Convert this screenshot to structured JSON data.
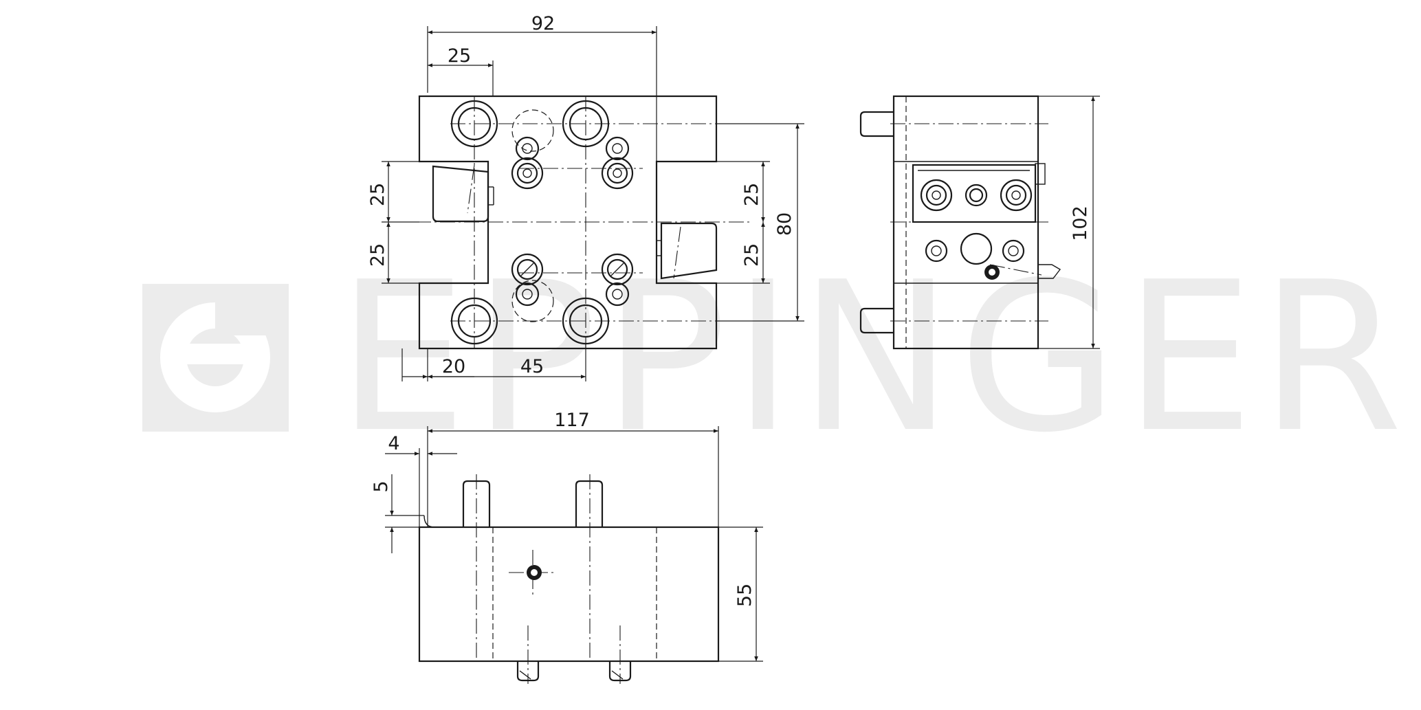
{
  "watermark": {
    "brand": "EPPINGER"
  },
  "dimensions": {
    "top_overall_width": "92",
    "top_left_offset": "25",
    "top_height_a": "25",
    "top_height_b": "25",
    "top_right_a": "25",
    "top_right_b": "25",
    "top_overall_height": "80",
    "bottom_offset": "20",
    "bottom_spacing": "45",
    "side_height": "102",
    "front_width": "117",
    "front_left_offset": "4",
    "front_step": "5",
    "front_height": "55"
  },
  "colors": {
    "line": "#1a1a1a",
    "watermark": "#ececec",
    "background": "#ffffff"
  }
}
